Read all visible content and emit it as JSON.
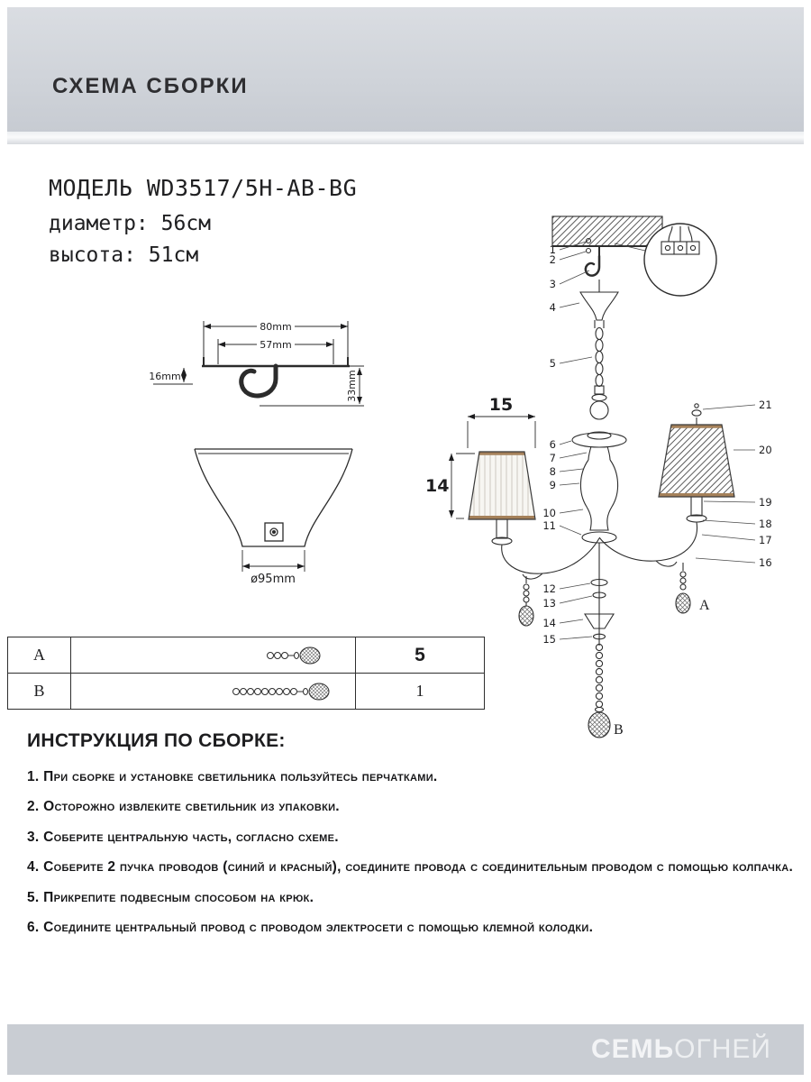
{
  "header": {
    "title": "СХЕМА СБОРКИ"
  },
  "product": {
    "model": "МОДЕЛЬ WD3517/5H-AB-BG",
    "diameter": "диаметр: 56см",
    "height": "высота: 51см"
  },
  "bracket": {
    "dim_top": "80mm",
    "dim_inner": "57mm",
    "dim_left": "16mm",
    "dim_right": "33mm"
  },
  "canopy": {
    "dim_bottom": "ø95mm"
  },
  "chandelier": {
    "dim_shade_width": "15",
    "dim_shade_height": "14",
    "label_a": "A",
    "label_b": "B",
    "parts_left": [
      "1",
      "2",
      "3",
      "4",
      "5",
      "6",
      "7",
      "8",
      "9",
      "10",
      "11",
      "12",
      "13",
      "14",
      "15"
    ],
    "parts_right": [
      "21",
      "20",
      "19",
      "18",
      "17",
      "16"
    ]
  },
  "parts_table": {
    "rows": [
      {
        "letter": "A",
        "qty": "5"
      },
      {
        "letter": "B",
        "qty": "1"
      }
    ]
  },
  "instructions": {
    "title": "ИНСТРУКЦИЯ ПО СБОРКЕ:",
    "items": [
      "1. При сборке и установке светильника пользуйтесь перчатками.",
      "2. Осторожно извлеките светильник из упаковки.",
      "3. Соберите центральную часть, согласно схеме.",
      "4. Соберите 2 пучка проводов (синий и красный), соедините провода с соединительным проводом с помощью колпачка.",
      "5. Прикрепите подвесным способом на крюк.",
      "6. Соедините центральный провод с проводом электросети с помощью клемной колодки."
    ]
  },
  "footer": {
    "brand_bold": "СЕМЬ",
    "brand_light": "ОГНЕЙ"
  }
}
